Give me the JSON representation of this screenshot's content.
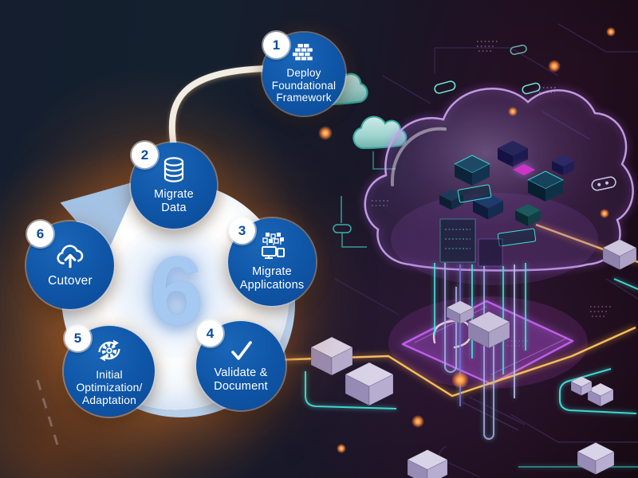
{
  "diagram": {
    "center_number": "6",
    "steps": [
      {
        "number": "1",
        "label": "Deploy\nFoundational\nFramework",
        "icon": "brick-wall"
      },
      {
        "number": "2",
        "label": "Migrate\nData",
        "icon": "database"
      },
      {
        "number": "3",
        "label": "Migrate\nApplications",
        "icon": "app-migration"
      },
      {
        "number": "4",
        "label": "Validate &\nDocument",
        "icon": "checkmark"
      },
      {
        "number": "5",
        "label": "Initial\nOptimization/\nAdaptation",
        "icon": "gear-sync"
      },
      {
        "number": "6",
        "label": "Cutover",
        "icon": "cloud-upload"
      }
    ],
    "colors": {
      "step_blue": "#0f55a6",
      "badge_number_blue": "#0d4d9c",
      "center_number_blue": "#a6c9f2",
      "hub_white": "#ffffff",
      "hub_crescent": "#b6cfeb",
      "connector_white": "#f2ede3",
      "arrow_light_blue": "#a3c2e4",
      "backlight_orange": "#c4621c"
    }
  },
  "illustration": {
    "colors": {
      "background_left_navy": "#15202f",
      "background_right_maroon": "#170b15",
      "cloud_outline_lavender": "#c9a0ea",
      "circuit_teal": "#3fd6cf",
      "circuit_yellow": "#f3bd5e",
      "platform_magenta": "#c05ce8",
      "glow_dot_orange": "#ff8c3a",
      "small_cloud_teal": "#a8dcd8",
      "cube_grey_lavender": "#d9d3e8"
    }
  }
}
